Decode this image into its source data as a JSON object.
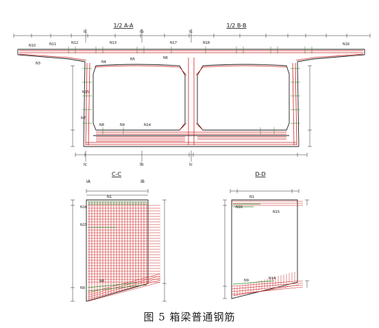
{
  "main_section": {
    "left_title": "1/2 A-A",
    "right_title": "1/2 B-B",
    "cut_labels": [
      "Ic",
      "Ib",
      "Ic",
      "Ic",
      "Ib",
      "Ic"
    ],
    "bar_labels": [
      "N3",
      "N4",
      "N5",
      "N6",
      "N7",
      "N8",
      "N9",
      "N10",
      "N11",
      "N12",
      "N13",
      "N14",
      "N15",
      "N16",
      "N17",
      "N18"
    ]
  },
  "section_cc": {
    "title": "C-C",
    "left_marker": "IA",
    "right_marker": "IB",
    "bar_labels": [
      "N1",
      "N15",
      "N16",
      "N9",
      "N8"
    ]
  },
  "section_dd": {
    "title": "D-D",
    "bar_labels": [
      "N1",
      "N16",
      "N15",
      "N9",
      "N14"
    ]
  },
  "caption": "图 5  箱梁普通钢筋",
  "colors": {
    "outline": "#1a1a1a",
    "rebar": "#cc1f1f",
    "stirrup": "#2a8a2a",
    "dimension": "#1a1a1a"
  }
}
